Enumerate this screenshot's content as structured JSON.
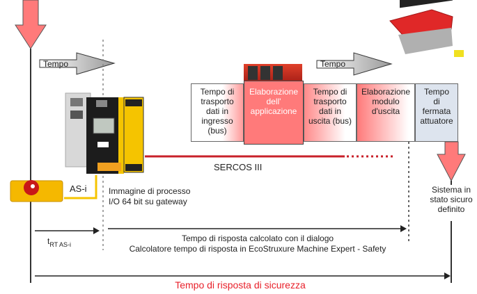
{
  "arrows": {
    "tempo_1": "Tempo",
    "tempo_2": "Tempo"
  },
  "cells": [
    {
      "lines": [
        "Tempo di",
        "trasporto",
        "dati in",
        "ingresso",
        "(bus)"
      ]
    },
    {
      "lines": [
        "Elaborazione",
        "dell'",
        "applicazione"
      ]
    },
    {
      "lines": [
        "Tempo di",
        "trasporto",
        "dati in",
        "uscita (bus)"
      ]
    },
    {
      "lines": [
        "Elaborazione",
        "modulo",
        "d'uscita"
      ]
    },
    {
      "lines": [
        "Tempo",
        "di",
        "fermata",
        "attuatore"
      ]
    }
  ],
  "network": {
    "label": "SERCOS III"
  },
  "asi_label": "AS-i",
  "process_image": {
    "line1": "Immagine di processo",
    "line2": "I/O 64 bit su gateway"
  },
  "safe_state": {
    "line1": "Sistema in",
    "line2": "stato sicuro",
    "line3": "definito"
  },
  "t_rt": {
    "main": "t",
    "sub": "RT AS-i"
  },
  "calc": {
    "line1": "Tempo di risposta calcolato con il dialogo",
    "line2": "Calcolatore tempo di risposta in EcoStruxure Machine Expert - Safety"
  },
  "safety_response": {
    "label": "Tempo di risposta di sicurezza"
  },
  "colors": {
    "accent_red": "#ff7a7a",
    "sercos_red": "#c8202a",
    "title_red": "#e8202a",
    "cable_yellow": "#f5c400",
    "actuator_blue": "#dde4ee"
  }
}
